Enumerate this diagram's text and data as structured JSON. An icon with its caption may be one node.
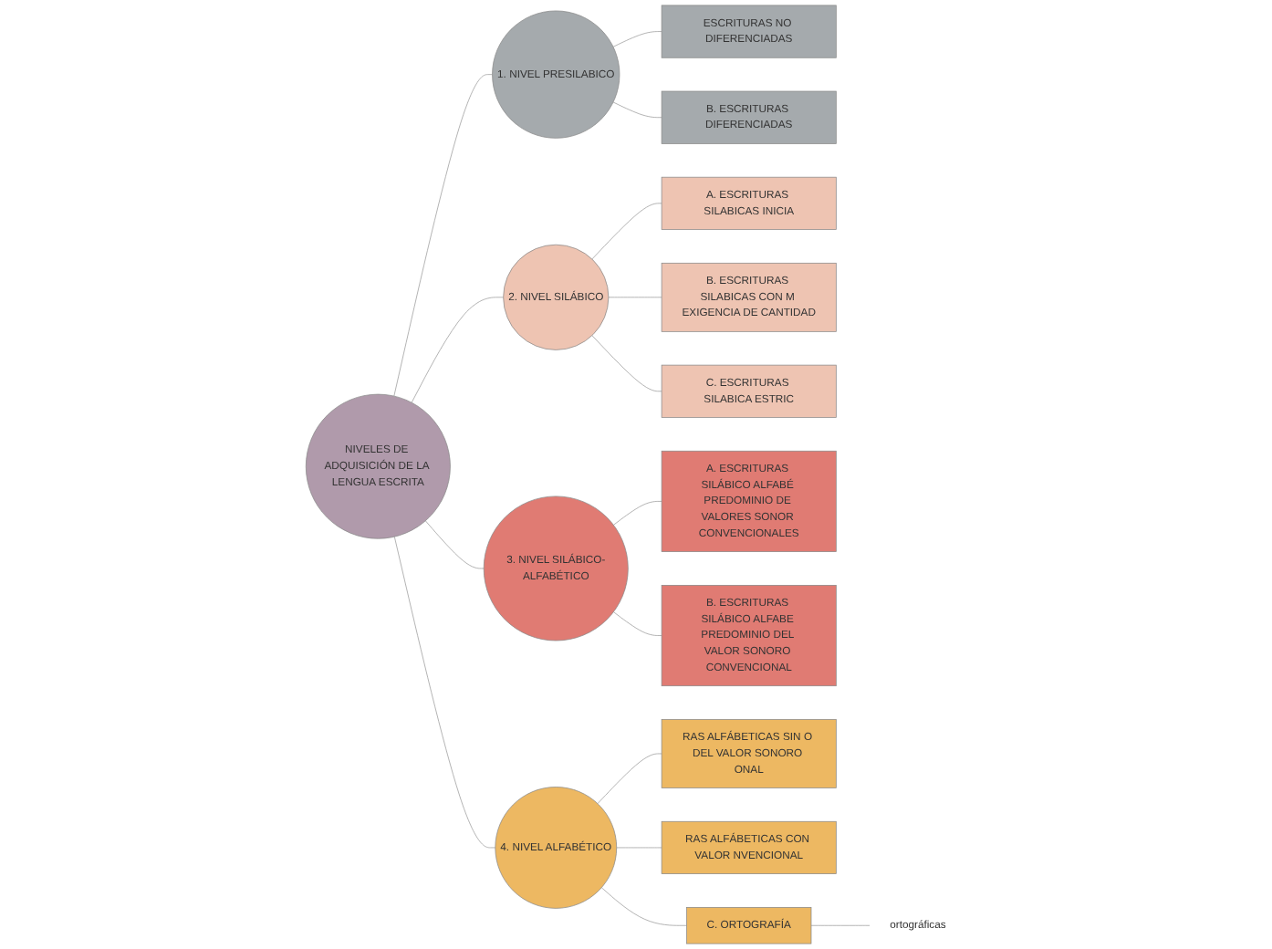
{
  "diagram": {
    "nodes": [
      {
        "text": [
          "NIVELES DE ADQUISICIÓN DE LA LENGUA ESCRITA"
        ]
      },
      {
        "text": [
          "1. NIVEL PRESILABICO"
        ]
      },
      {
        "text": [
          "ESCRITURAS NO DIFERENCIADAS"
        ]
      },
      {
        "text": [
          "B. ESCRITURAS DIFERENCIADAS"
        ]
      },
      {
        "text": [
          "2. NIVEL SILÁBICO"
        ]
      },
      {
        "text": [
          "A. ESCRITURAS SILABICAS INICIA"
        ]
      },
      {
        "text": [
          "B. ESCRITURAS SILABICAS CON M EXIGENCIA DE CANTIDAD"
        ]
      },
      {
        "text": [
          "C. ESCRITURAS SILABICA ESTRIC"
        ]
      },
      {
        "text": [
          "3. NIVEL SILÁBICO-ALFABÉTICO"
        ]
      },
      {
        "text": [
          "A. ESCRITURAS SILÁBICO ALFABÉ PREDOMINIO DE VALORES SONOR CONVENCIONALES"
        ]
      },
      {
        "text": [
          "B. ESCRITURAS SILÁBICO ALFABE PREDOMINIO DEL VALOR SONORO CONVENCIONAL"
        ]
      },
      {
        "text": [
          "4. NIVEL ALFABÉTICO"
        ]
      },
      {
        "text": [
          "RAS ALFÁBETICAS SIN O DEL VALOR SONORO ONAL"
        ]
      },
      {
        "text": [
          "RAS ALFÁBETICAS CON VALOR NVENCIONAL"
        ]
      },
      {
        "text": [
          "C. ORTOGRAFÍA"
        ]
      },
      {
        "text": [
          "ortográficas"
        ]
      }
    ],
    "edges": [
      {
        "from": 0,
        "to": 1,
        "arrow": "none"
      },
      {
        "from": 0,
        "to": 4,
        "arrow": "none"
      },
      {
        "from": 0,
        "to": 8,
        "arrow": "none"
      },
      {
        "from": 0,
        "to": 11,
        "arrow": "none"
      },
      {
        "from": 1,
        "to": 2,
        "arrow": "none"
      },
      {
        "from": 1,
        "to": 3,
        "arrow": "none"
      },
      {
        "from": 4,
        "to": 5,
        "arrow": "none"
      },
      {
        "from": 4,
        "to": 6,
        "arrow": "none"
      },
      {
        "from": 4,
        "to": 7,
        "arrow": "none"
      },
      {
        "from": 8,
        "to": 9,
        "arrow": "none"
      },
      {
        "from": 8,
        "to": 10,
        "arrow": "none"
      },
      {
        "from": 11,
        "to": 12,
        "arrow": "none"
      },
      {
        "from": 11,
        "to": 13,
        "arrow": "none"
      },
      {
        "from": 11,
        "to": 14,
        "arrow": "none"
      },
      {
        "from": 14,
        "to": 15,
        "arrow": "none"
      }
    ]
  }
}
